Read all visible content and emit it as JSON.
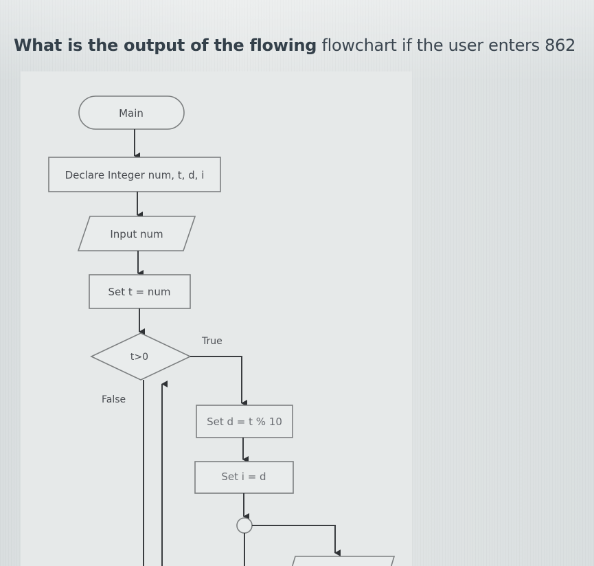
{
  "question": {
    "bold_part": "What is the output of the flowing",
    "normal_part": " flowchart if the user enters 862"
  },
  "flowchart": {
    "terminal": "Main",
    "declare": "Declare Integer num, t, d, i",
    "input": "Input num",
    "assign_t": "Set t = num",
    "condition": "t>0",
    "true_label": "True",
    "false_label": "False",
    "assign_d": "Set d = t % 10",
    "assign_i": "Set i = d"
  }
}
